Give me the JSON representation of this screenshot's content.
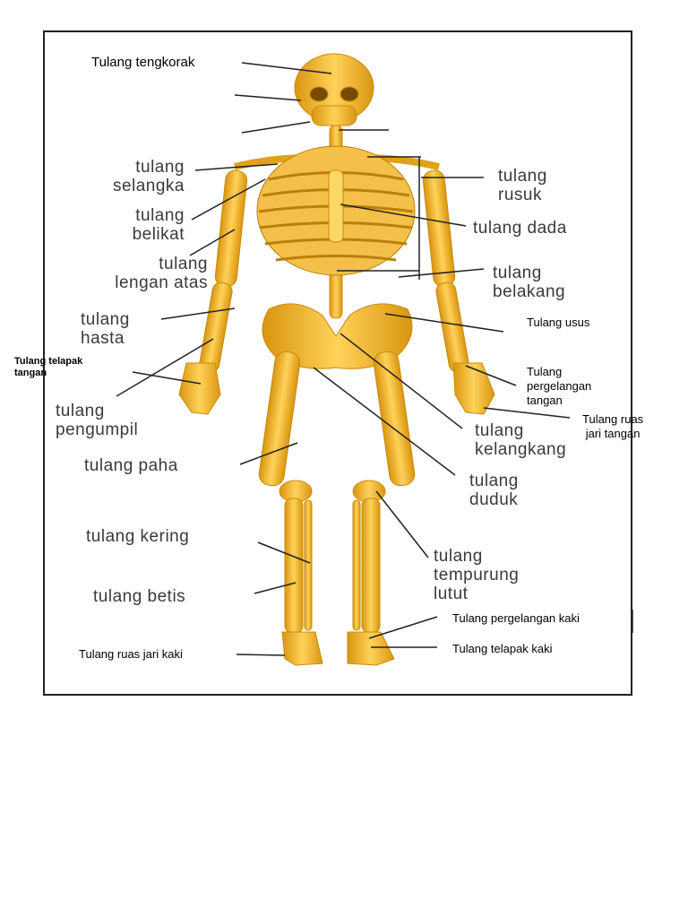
{
  "labels": {
    "tengkorak": "Tulang tengkorak",
    "selangka": [
      "tulang",
      "selangka"
    ],
    "belikat": [
      "tulang",
      "belikat"
    ],
    "lengan_atas": [
      "tulang",
      "lengan atas"
    ],
    "hasta": [
      "tulang",
      "hasta"
    ],
    "telapak_tangan": [
      "Tulang telapak",
      "tangan"
    ],
    "pengumpil": [
      "tulang",
      "pengumpil"
    ],
    "paha": "tulang paha",
    "kering": "tulang kering",
    "betis": "tulang betis",
    "ruas_jari_kaki": "Tulang ruas jari kaki",
    "rusuk": [
      "tulang",
      "rusuk"
    ],
    "dada": "tulang dada",
    "belakang": [
      "tulang",
      "belakang"
    ],
    "usus": "Tulang usus",
    "pergelangan_tangan": [
      "Tulang",
      "pergelangan",
      "tangan"
    ],
    "ruas_jari_tangan": [
      "Tulang ruas",
      "jari tangan"
    ],
    "kelangkang": [
      "tulang",
      "kelangkang"
    ],
    "duduk": [
      "tulang",
      "duduk"
    ],
    "tempurung_lutut": [
      "tulang",
      "tempurung",
      "lutut"
    ],
    "pergelangan_kaki": "Tulang pergelangan kaki",
    "telapak_kaki": "Tulang telapak kaki"
  },
  "colors": {
    "bone": "#f2b01e",
    "bone_light": "#ffd766",
    "bone_dark": "#c98a0c",
    "line": "#222222"
  }
}
